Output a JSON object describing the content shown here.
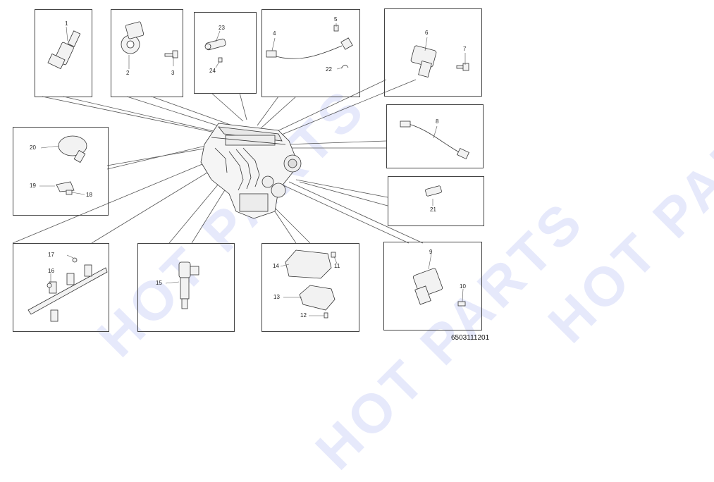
{
  "watermark": {
    "text": "HOT PARTS",
    "color": "#e6e9fb"
  },
  "diagram_code": "6503111201",
  "part_numbers": [
    "1",
    "2",
    "3",
    "4",
    "5",
    "6",
    "7",
    "8",
    "9",
    "10",
    "11",
    "12",
    "13",
    "14",
    "15",
    "16",
    "17",
    "18",
    "19",
    "20",
    "21",
    "22",
    "23",
    "24"
  ],
  "colors": {
    "line": "#555555",
    "box_border": "#444444",
    "part_fill": "#f2f2f2",
    "part_stroke": "#333333"
  }
}
